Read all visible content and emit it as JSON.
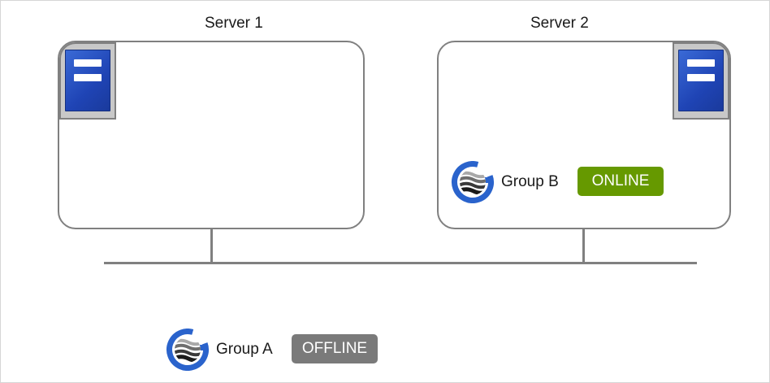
{
  "servers": [
    {
      "name": "Server 1"
    },
    {
      "name": "Server 2"
    }
  ],
  "groups": {
    "b": {
      "label": "Group B",
      "status": "ONLINE"
    },
    "a": {
      "label": "Group A",
      "status": "OFFLINE"
    }
  },
  "colors": {
    "online": "#669900",
    "offline": "#7a7a7a",
    "server_blue": "#2a54c4",
    "line_gray": "#808080"
  },
  "icons": [
    "server-icon",
    "group-logo-icon"
  ]
}
